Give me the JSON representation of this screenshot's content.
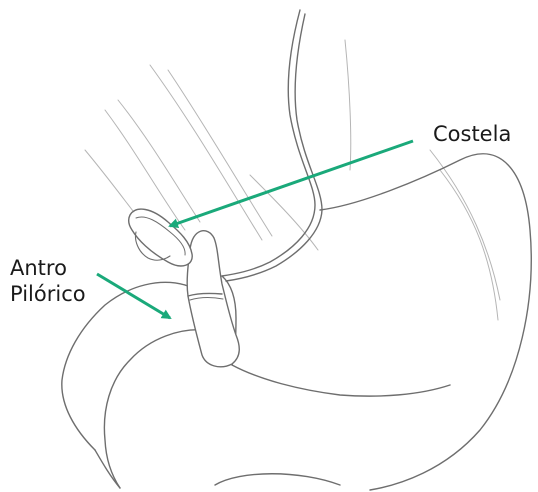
{
  "labels": {
    "costela": "Costela",
    "antro_line1": "Antro",
    "antro_line2": "Pilórico"
  },
  "colors": {
    "arrow": "#1aa97a",
    "pencil": "#6e6e6e",
    "pencil_light": "#a8a8a8",
    "label_text": "#1a1a1a"
  }
}
